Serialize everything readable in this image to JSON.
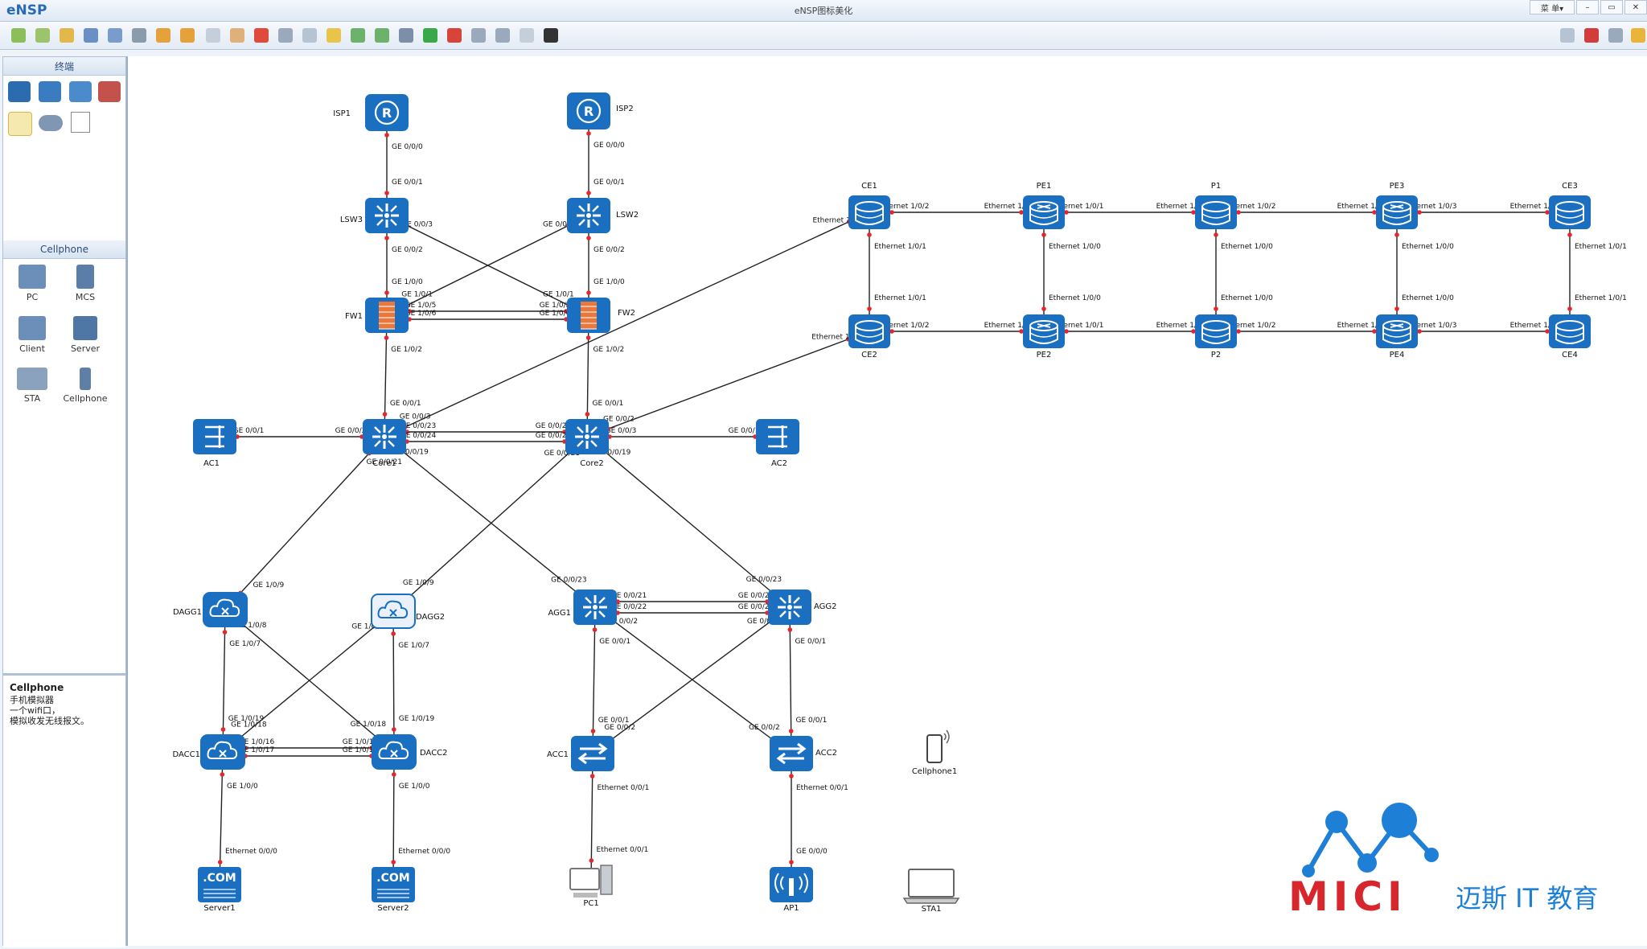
{
  "app": {
    "logo": "eNSP",
    "window_title": "eNSP图标美化",
    "menu_button": "菜 单▾",
    "min_button": "–",
    "restore_button": "▭",
    "close_button": "✕"
  },
  "palette": {
    "section_terminal": "终端",
    "section_cellphone": "Cellphone",
    "devices": [
      {
        "name": "PC",
        "icon": "pc-icon"
      },
      {
        "name": "MCS",
        "icon": "mcs-icon"
      },
      {
        "name": "Client",
        "icon": "client-icon"
      },
      {
        "name": "Server",
        "icon": "server-icon"
      },
      {
        "name": "STA",
        "icon": "sta-icon"
      },
      {
        "name": "Cellphone",
        "icon": "cellphone-icon"
      }
    ]
  },
  "info": {
    "title": "Cellphone",
    "desc_line1": "手机模拟器",
    "desc_line2": "一个wifi口，",
    "desc_line3": "模拟收发无线报文。"
  },
  "brand": {
    "mici_text": "MICI",
    "tagline": "迈斯 IT 教育",
    "red": "#d7262c",
    "blue": "#1e7fd6"
  },
  "colors": {
    "device_blue": "#1a6fc0",
    "firewall_orange": "#e8783c",
    "port_dot": "#e5262a",
    "link": "#222222"
  },
  "topology": {
    "nodes": [
      {
        "id": "ISP1",
        "label": "ISP1",
        "type": "router"
      },
      {
        "id": "ISP2",
        "label": "ISP2",
        "type": "router"
      },
      {
        "id": "LSW3",
        "label": "LSW3",
        "type": "switch"
      },
      {
        "id": "LSW2",
        "label": "LSW2",
        "type": "switch"
      },
      {
        "id": "FW1",
        "label": "FW1",
        "type": "firewall"
      },
      {
        "id": "FW2",
        "label": "FW2",
        "type": "firewall"
      },
      {
        "id": "Core1",
        "label": "Core1",
        "type": "switch"
      },
      {
        "id": "Core2",
        "label": "Core2",
        "type": "switch"
      },
      {
        "id": "AC1",
        "label": "AC1",
        "type": "ac"
      },
      {
        "id": "AC2",
        "label": "AC2",
        "type": "ac"
      },
      {
        "id": "DAGG1",
        "label": "DAGG1",
        "type": "cloud"
      },
      {
        "id": "DAGG2",
        "label": "DAGG2",
        "type": "cloudw"
      },
      {
        "id": "AGG1",
        "label": "AGG1",
        "type": "switch"
      },
      {
        "id": "AGG2",
        "label": "AGG2",
        "type": "switch"
      },
      {
        "id": "DACC1",
        "label": "DACC1",
        "type": "cloud"
      },
      {
        "id": "DACC2",
        "label": "DACC2",
        "type": "cloud"
      },
      {
        "id": "ACC1",
        "label": "ACC1",
        "type": "l2switch"
      },
      {
        "id": "ACC2",
        "label": "ACC2",
        "type": "l2switch"
      },
      {
        "id": "Server1",
        "label": "Server1",
        "type": "server"
      },
      {
        "id": "Server2",
        "label": "Server2",
        "type": "server"
      },
      {
        "id": "PC1",
        "label": "PC1",
        "type": "pc"
      },
      {
        "id": "AP1",
        "label": "AP1",
        "type": "ap"
      },
      {
        "id": "STA1",
        "label": "STA1",
        "type": "laptop"
      },
      {
        "id": "Cellphone1",
        "label": "Cellphone1",
        "type": "phone"
      },
      {
        "id": "CE1",
        "label": "CE1",
        "type": "cyl"
      },
      {
        "id": "PE1",
        "label": "PE1",
        "type": "cylr"
      },
      {
        "id": "P1",
        "label": "P1",
        "type": "cyl"
      },
      {
        "id": "PE3",
        "label": "PE3",
        "type": "cylr"
      },
      {
        "id": "CE3",
        "label": "CE3",
        "type": "cyl"
      },
      {
        "id": "CE2",
        "label": "CE2",
        "type": "cyl"
      },
      {
        "id": "PE2",
        "label": "PE2",
        "type": "cylr"
      },
      {
        "id": "P2",
        "label": "P2",
        "type": "cyl"
      },
      {
        "id": "PE4",
        "label": "PE4",
        "type": "cylr"
      },
      {
        "id": "CE4",
        "label": "CE4",
        "type": "cyl"
      }
    ],
    "links": [
      {
        "a": "ISP1",
        "b": "LSW3",
        "a_port": "GE 0/0/0",
        "b_port": "GE 0/0/1"
      },
      {
        "a": "ISP2",
        "b": "LSW2",
        "a_port": "GE 0/0/0",
        "b_port": "GE 0/0/1"
      },
      {
        "a": "LSW3",
        "b": "FW1",
        "a_port": "GE 0/0/2",
        "b_port": "GE 1/0/0"
      },
      {
        "a": "LSW2",
        "b": "FW2",
        "a_port": "GE 0/0/2",
        "b_port": "GE 1/0/0"
      },
      {
        "a": "LSW3",
        "b": "FW2",
        "a_port": "GE 0/0/3",
        "b_port": "GE 1/0/1"
      },
      {
        "a": "LSW2",
        "b": "FW1",
        "a_port": "GE 0/0/3",
        "b_port": "GE 1/0/1"
      },
      {
        "a": "FW1",
        "b": "FW2",
        "a_port": "GE 1/0/5",
        "b_port": "GE 1/0/5"
      },
      {
        "a": "FW1",
        "b": "FW2",
        "a_port": "GE 1/0/6",
        "b_port": "GE 1/0/6"
      },
      {
        "a": "FW1",
        "b": "Core1",
        "a_port": "GE 1/0/2",
        "b_port": "GE 0/0/1"
      },
      {
        "a": "FW2",
        "b": "Core2",
        "a_port": "GE 1/0/2",
        "b_port": "GE 0/0/1"
      },
      {
        "a": "AC1",
        "b": "Core1",
        "a_port": "GE 0/0/1",
        "b_port": "GE 0/0/2"
      },
      {
        "a": "Core2",
        "b": "AC2",
        "a_port": "GE 0/0/3",
        "b_port": "GE 0/0/1"
      },
      {
        "a": "Core1",
        "b": "Core2",
        "a_port": "GE 0/0/23",
        "b_port": "GE 0/0/23"
      },
      {
        "a": "Core1",
        "b": "Core2",
        "a_port": "GE 0/0/24",
        "b_port": "GE 0/0/24"
      },
      {
        "a": "Core1",
        "b": "CE1",
        "a_port": "GE 0/0/3",
        "b_port": "Ethernet 1/0/0"
      },
      {
        "a": "Core2",
        "b": "CE2",
        "a_port": "GE 0/0/2",
        "b_port": "Ethernet 1/0/0"
      },
      {
        "a": "Core1",
        "b": "DAGG1",
        "a_port": "GE 0/0/21",
        "b_port": "GE 1/0/9"
      },
      {
        "a": "Core2",
        "b": "DAGG2",
        "a_port": "GE 0/0/21",
        "b_port": "GE 1/0/9"
      },
      {
        "a": "Core1",
        "b": "AGG1",
        "a_port": "GE 0/0/19",
        "b_port": "GE 0/0/23"
      },
      {
        "a": "Core2",
        "b": "AGG2",
        "a_port": "GE 0/0/19",
        "b_port": "GE 0/0/23"
      },
      {
        "a": "DAGG1",
        "b": "DACC1",
        "a_port": "GE 1/0/7",
        "b_port": "GE 1/0/19"
      },
      {
        "a": "DAGG2",
        "b": "DACC2",
        "a_port": "GE 1/0/7",
        "b_port": "GE 1/0/19"
      },
      {
        "a": "DAGG1",
        "b": "DACC2",
        "a_port": "GE 1/0/8",
        "b_port": "GE 1/0/18"
      },
      {
        "a": "DAGG2",
        "b": "DACC1",
        "a_port": "GE 1/0/8",
        "b_port": "GE 1/0/18"
      },
      {
        "a": "DACC1",
        "b": "DACC2",
        "a_port": "GE 1/0/16",
        "b_port": "GE 1/0/16"
      },
      {
        "a": "DACC1",
        "b": "DACC2",
        "a_port": "GE 1/0/17",
        "b_port": "GE 1/0/17"
      },
      {
        "a": "DACC1",
        "b": "Server1",
        "a_port": "GE 1/0/0",
        "b_port": "Ethernet 0/0/0"
      },
      {
        "a": "DACC2",
        "b": "Server2",
        "a_port": "GE 1/0/0",
        "b_port": "Ethernet 0/0/0"
      },
      {
        "a": "AGG1",
        "b": "AGG2",
        "a_port": "GE 0/0/21",
        "b_port": "GE 0/0/21"
      },
      {
        "a": "AGG1",
        "b": "AGG2",
        "a_port": "GE 0/0/22",
        "b_port": "GE 0/0/22"
      },
      {
        "a": "AGG1",
        "b": "ACC1",
        "a_port": "GE 0/0/1",
        "b_port": "GE 0/0/1"
      },
      {
        "a": "AGG2",
        "b": "ACC2",
        "a_port": "GE 0/0/1",
        "b_port": "GE 0/0/1"
      },
      {
        "a": "AGG1",
        "b": "ACC2",
        "a_port": "GE 0/0/2",
        "b_port": "GE 0/0/2"
      },
      {
        "a": "AGG2",
        "b": "ACC1",
        "a_port": "GE 0/0/2",
        "b_port": "GE 0/0/2"
      },
      {
        "a": "ACC1",
        "b": "PC1",
        "a_port": "Ethernet 0/0/1",
        "b_port": "Ethernet 0/0/1"
      },
      {
        "a": "ACC2",
        "b": "AP1",
        "a_port": "Ethernet 0/0/1",
        "b_port": "GE 0/0/0"
      },
      {
        "a": "CE1",
        "b": "PE1",
        "a_port": "Ethernet 1/0/2",
        "b_port": "Ethernet 1/0/2"
      },
      {
        "a": "PE1",
        "b": "P1",
        "a_port": "Ethernet 1/0/1",
        "b_port": "Ethernet 1/0/1"
      },
      {
        "a": "P1",
        "b": "PE3",
        "a_port": "Ethernet 1/0/2",
        "b_port": "Ethernet 1/0/2"
      },
      {
        "a": "PE3",
        "b": "CE3",
        "a_port": "Ethernet 1/0/3",
        "b_port": "Ethernet 1/0/3"
      },
      {
        "a": "CE2",
        "b": "PE2",
        "a_port": "Ethernet 1/0/2",
        "b_port": "Ethernet 1/0/2"
      },
      {
        "a": "PE2",
        "b": "P2",
        "a_port": "Ethernet 1/0/1",
        "b_port": "Ethernet 1/0/1"
      },
      {
        "a": "P2",
        "b": "PE4",
        "a_port": "Ethernet 1/0/2",
        "b_port": "Ethernet 1/0/2"
      },
      {
        "a": "PE4",
        "b": "CE4",
        "a_port": "Ethernet 1/0/3",
        "b_port": "Ethernet 1/0/3"
      },
      {
        "a": "CE1",
        "b": "CE2",
        "a_port": "Ethernet 1/0/1",
        "b_port": "Ethernet 1/0/1"
      },
      {
        "a": "PE1",
        "b": "PE2",
        "a_port": "Ethernet 1/0/0",
        "b_port": "Ethernet 1/0/0"
      },
      {
        "a": "P1",
        "b": "P2",
        "a_port": "Ethernet 1/0/0",
        "b_port": "Ethernet 1/0/0"
      },
      {
        "a": "PE3",
        "b": "PE4",
        "a_port": "Ethernet 1/0/0",
        "b_port": "Ethernet 1/0/0"
      },
      {
        "a": "CE3",
        "b": "CE4",
        "a_port": "Ethernet 1/0/1",
        "b_port": "Ethernet 1/0/1"
      }
    ]
  }
}
